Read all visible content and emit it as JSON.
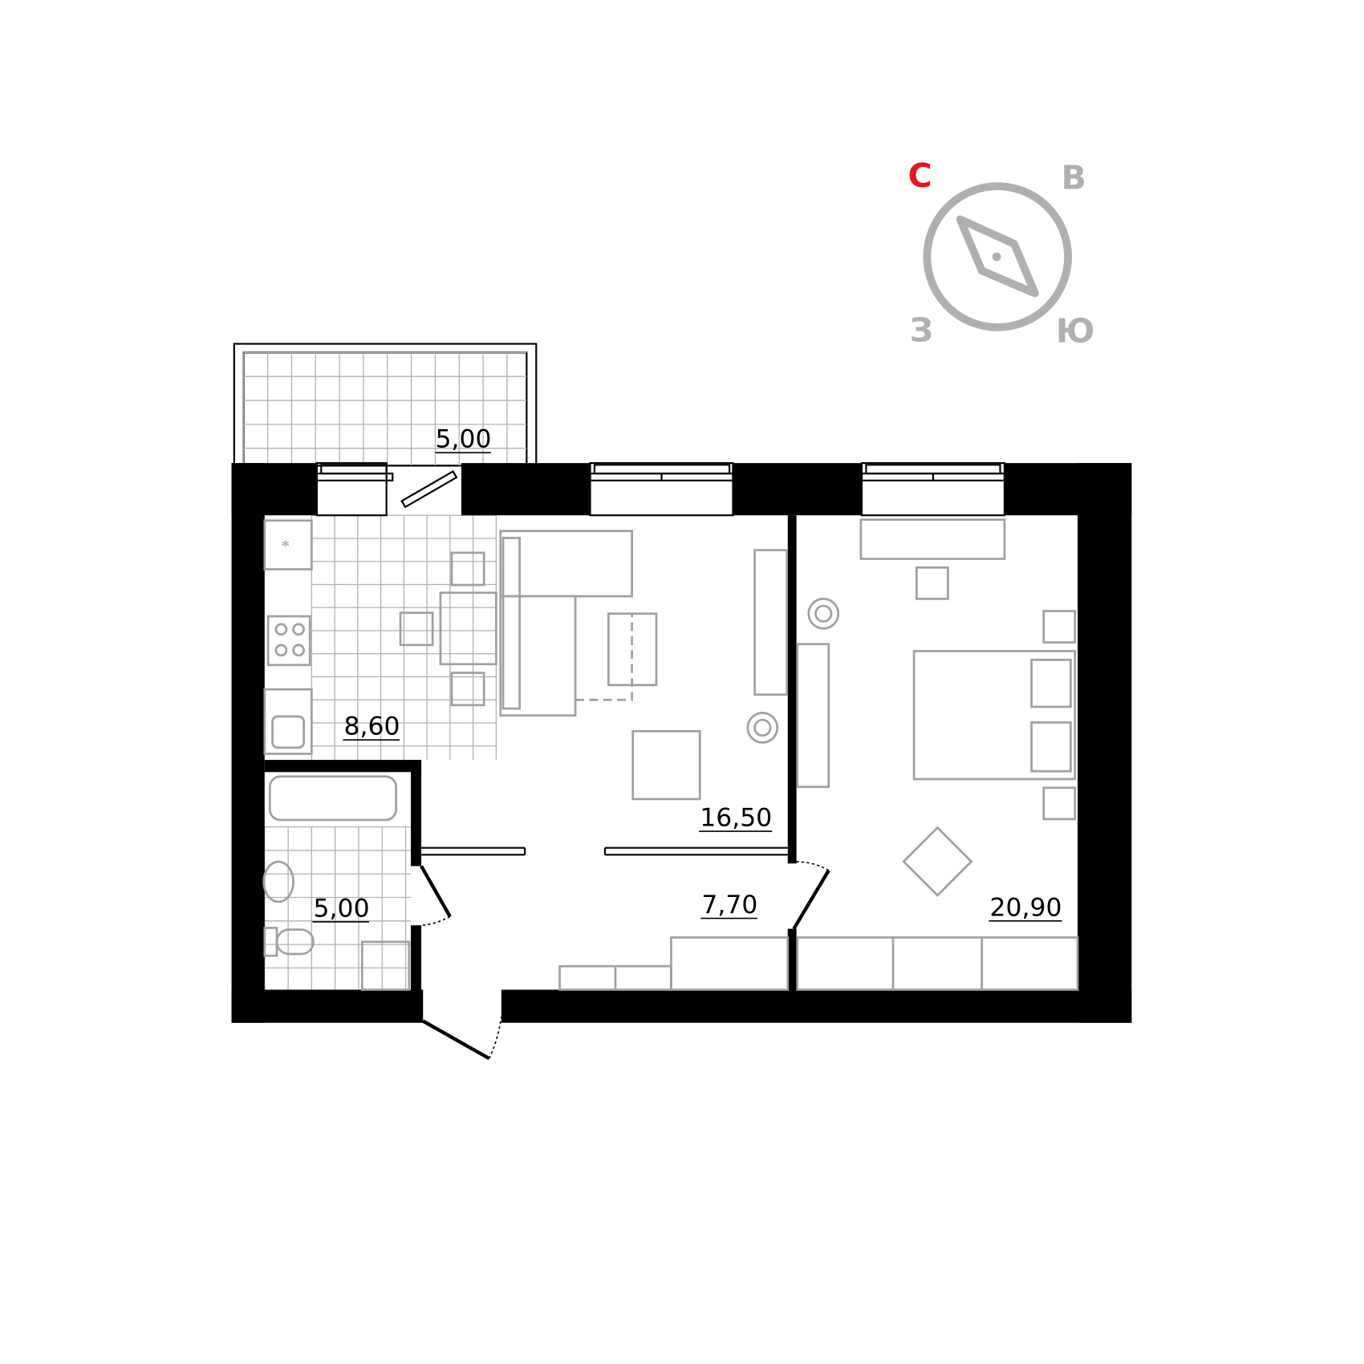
{
  "compass": {
    "north": "С",
    "east": "В",
    "west": "З",
    "south": "Ю",
    "north_color": "#e3171f",
    "other_color": "#b0b0b0"
  },
  "rooms": {
    "balcony": "5,00",
    "kitchen": "8,60",
    "living": "16,50",
    "hall": "7,70",
    "bathroom": "5,00",
    "bedroom": "20,90"
  }
}
